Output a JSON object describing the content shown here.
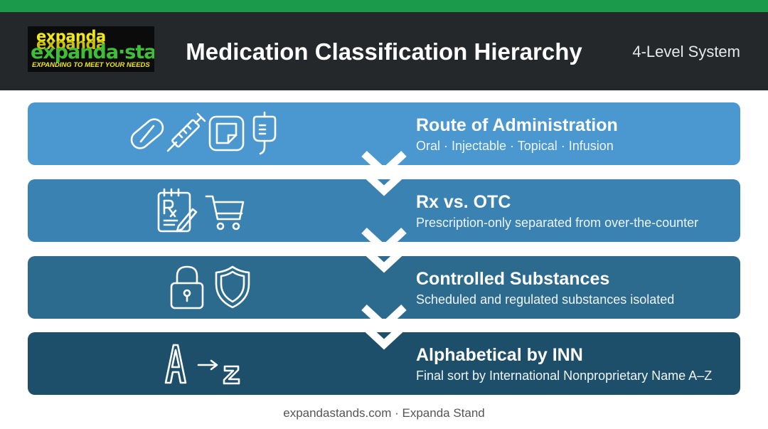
{
  "header": {
    "logo": {
      "line1": "expanda",
      "line2": "expanda·stand",
      "tagline": "EXPANDING TO MEET YOUR NEEDS"
    },
    "title": "Medication Classification Hierarchy",
    "subtitle": "4-Level System"
  },
  "levels": [
    {
      "name": "Route of Administration",
      "description": "Oral · Injectable · Topical · Infusion",
      "icons": [
        "pill-icon",
        "syringe-icon",
        "topical-patch-icon",
        "iv-bag-icon"
      ],
      "color": "#4a98cf"
    },
    {
      "name": "Rx vs. OTC",
      "description": "Prescription-only separated from over-the-counter",
      "icons": [
        "prescription-pad-icon",
        "shopping-cart-icon"
      ],
      "color": "#3a82b2"
    },
    {
      "name": "Controlled Substances",
      "description": "Scheduled and regulated substances isolated",
      "icons": [
        "padlock-icon",
        "shield-icon"
      ],
      "color": "#2c6a8e"
    },
    {
      "name": "Alphabetical by INN",
      "description": "Final sort by International Nonproprietary Name A–Z",
      "icons": [
        "a-to-z-sort-icon"
      ],
      "color": "#1d4f6b"
    }
  ],
  "footer": "expandastands.com · Expanda Stand",
  "colors": {
    "top_accent": "#1a9a4a",
    "header_bg": "#25282b",
    "chevron": "#ffffff"
  }
}
